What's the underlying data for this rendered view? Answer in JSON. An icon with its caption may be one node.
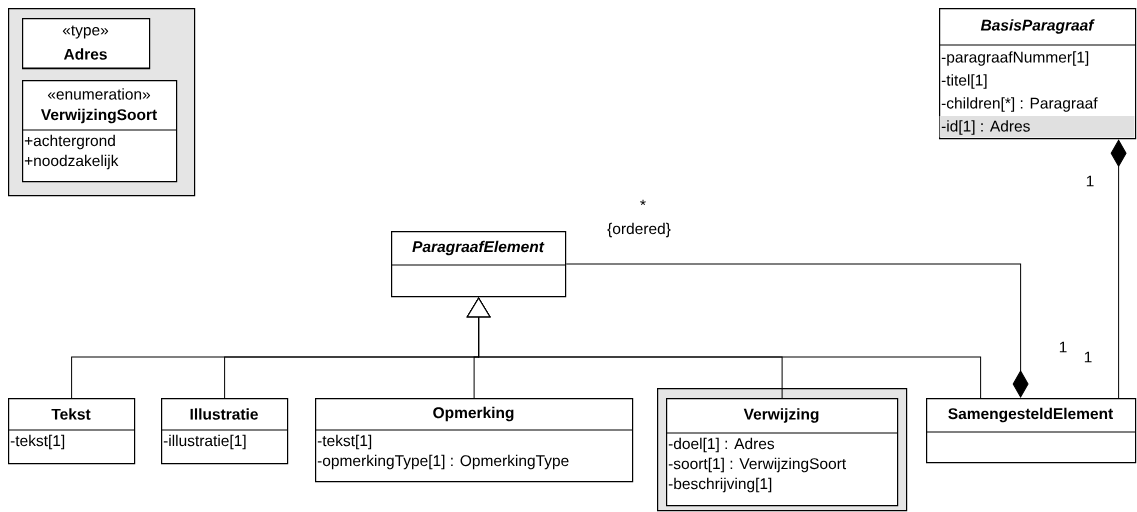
{
  "diagram": {
    "nodes": [
      {
        "text": [],
        "shape": "box"
      },
      {
        "text": [
          "«type»",
          "Adres"
        ],
        "in": 0
      },
      {
        "text": [
          "«enumeration»",
          "VerwijzingSoort",
          "+achtergrond",
          "+noodzakelijk"
        ],
        "in": 0
      },
      {
        "text": [
          "BasisParagraaf",
          "-paragraafNummer[1]",
          "-titel[1]",
          "-children[*] : Paragraaf",
          "-id[1] : Adres"
        ]
      },
      {
        "text": [
          "ParagraafElement"
        ]
      },
      {
        "text": [
          "Tekst",
          "-tekst[1]"
        ]
      },
      {
        "text": [
          "Illustratie",
          "-illustratie[1]"
        ]
      },
      {
        "text": [
          "Opmerking",
          "-tekst[1]",
          "-opmerkingType[1] : OpmerkingType"
        ]
      },
      {
        "text": [],
        "shape": "box"
      },
      {
        "text": [
          "Verwijzing",
          "-doel[1] : Adres",
          "-soort[1] : VerwijzingSoort",
          "-beschrijving[1]"
        ],
        "in": 8
      },
      {
        "text": [
          "SamengesteldElement"
        ]
      }
    ],
    "edges": [
      {
        "from": 5,
        "to": 4,
        "arrow": "to"
      },
      {
        "from": 6,
        "to": 4,
        "arrow": "to"
      },
      {
        "from": 7,
        "to": 4,
        "arrow": "to"
      },
      {
        "from": 9,
        "to": 4,
        "arrow": "to"
      },
      {
        "from": 10,
        "to": 4,
        "arrow": "to"
      },
      {
        "from": 10,
        "to": 4,
        "arrow": "other"
      },
      {
        "from": 3,
        "to": 10,
        "arrow": "other"
      }
    ],
    "labels": [
      "*",
      "{ordered}",
      "1",
      "1",
      "1"
    ]
  }
}
